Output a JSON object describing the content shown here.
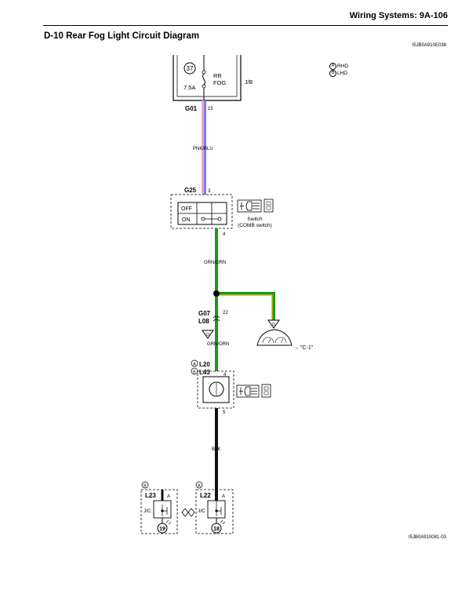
{
  "header": {
    "section_title": "Wiring Systems:   9A-106"
  },
  "page_title": "D-10 Rear Fog Light Circuit Diagram",
  "diagram_code_top": "I5JB0A910E038",
  "diagram_code_bottom": "I5JB0A910081-03",
  "legend": [
    {
      "symbol": "A",
      "label": "RHD"
    },
    {
      "symbol": "B",
      "label": "LHD"
    }
  ],
  "fuse": {
    "number": "37",
    "rating": "7.5A",
    "name_line1": "RR",
    "name_line2": "FOG",
    "box": "J/B"
  },
  "connectors": {
    "g01": "G01",
    "g01_pin": "15",
    "g25": "G25",
    "g25_pin_in": "3",
    "g25_pin_out": "4",
    "g07": "G07",
    "l08": "L08",
    "g07_pin": "22",
    "l20": "L20",
    "l43": "L43",
    "lamp_pin_in": "4",
    "lamp_pin_out": "5",
    "l23": "L23",
    "l22": "L22",
    "jc_pin": "A"
  },
  "wires": {
    "pnk_blu": "PNK/BLU",
    "grn_orn_1": "GRN/ORN",
    "grn_orn_2": "GRN/ORN",
    "blk": "BLK"
  },
  "switch": {
    "off": "OFF",
    "on": "ON",
    "label_line1": "Switch",
    "label_line2": "(COMB switch)"
  },
  "junction": {
    "l23_jc": "J/C",
    "l22_jc": "J/C",
    "g_left": "19",
    "g_right": "18",
    "badge_left": "B",
    "badge_right": "A"
  },
  "markers": {
    "to_meter": "O",
    "ground_g07": "O",
    "meter_text": "→ \"C-1\""
  },
  "badges": {
    "l20": "A",
    "l43": "B"
  },
  "colors": {
    "pnk_blu_pink": "#e8a6d6",
    "pnk_blu_blue": "#7f7fe0",
    "grn": "#1a9a1a",
    "orn": "#c8b020",
    "blk": "#111111"
  }
}
